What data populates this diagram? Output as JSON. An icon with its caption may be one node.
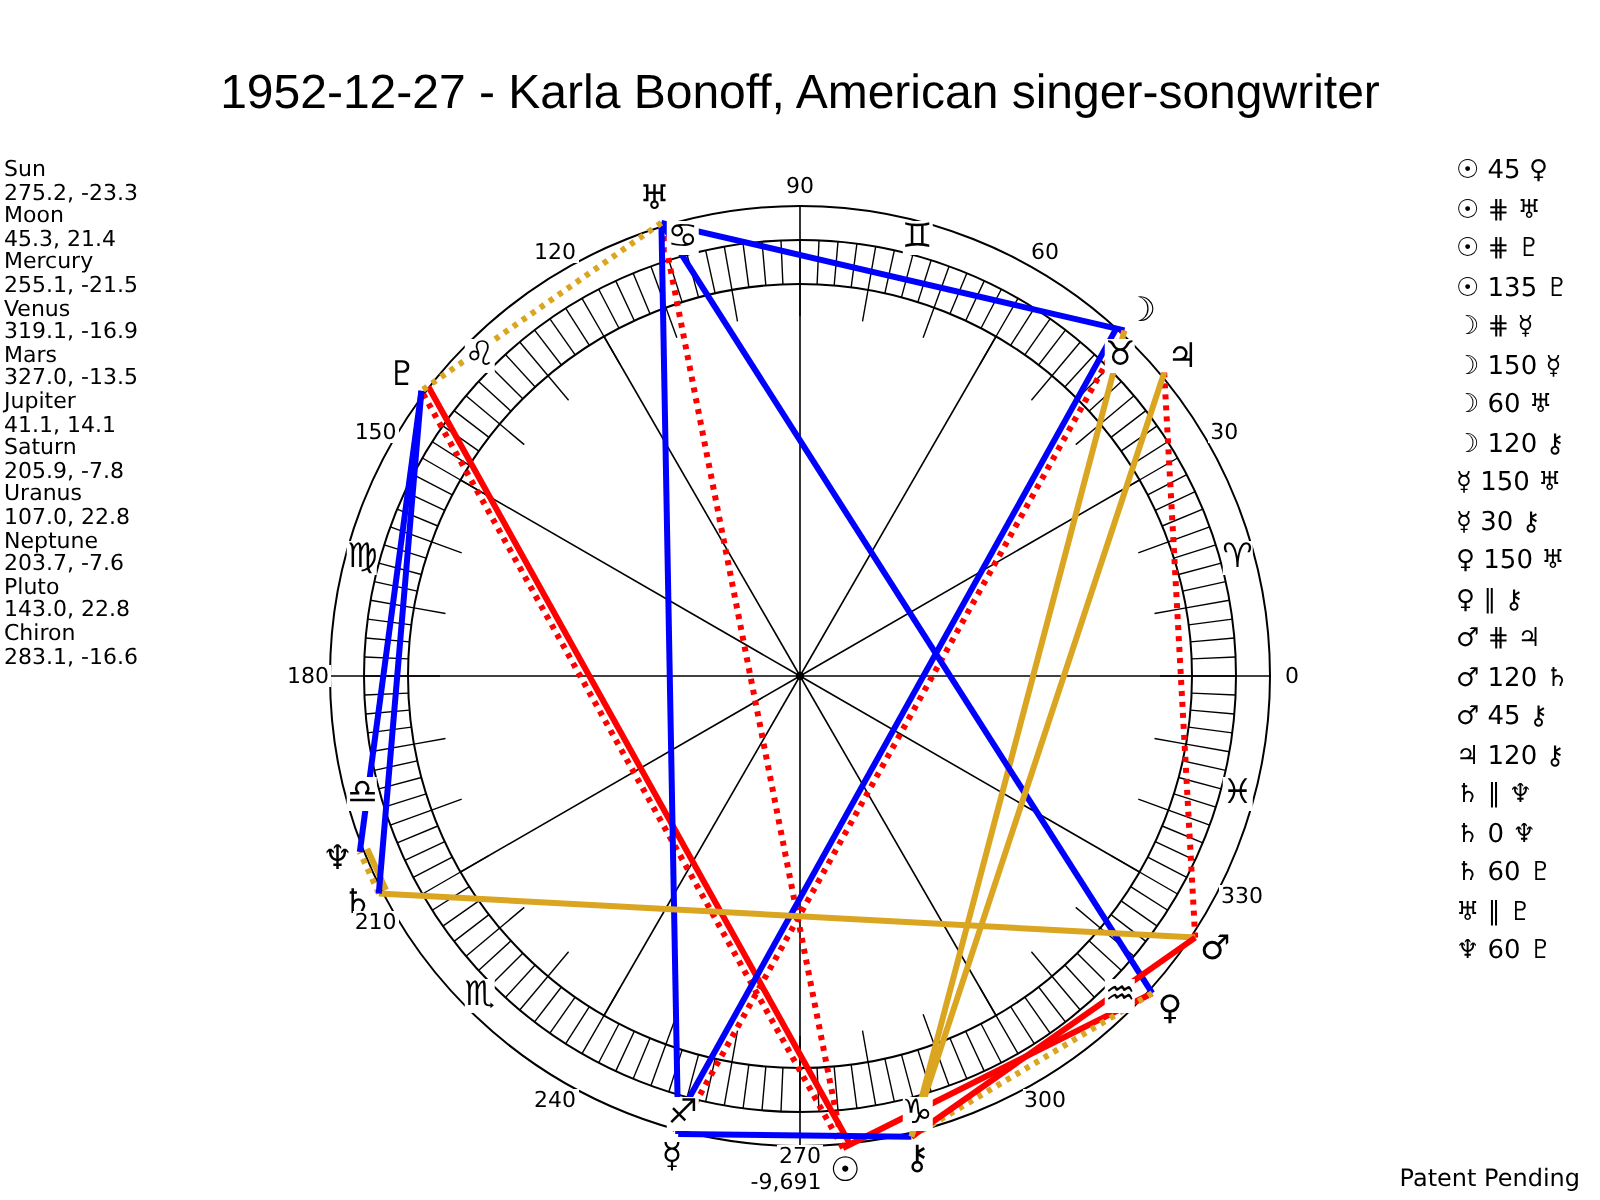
{
  "diagram": {
    "title": "1952-12-27 - Karla Bonoff, American singer-songwriter",
    "nodes": [
      {
        "text": [
          "☉"
        ]
      },
      {
        "text": [
          "☽"
        ]
      },
      {
        "text": [
          "☿"
        ]
      },
      {
        "text": [
          "♀"
        ]
      },
      {
        "text": [
          "♂"
        ]
      },
      {
        "text": [
          "♃"
        ]
      },
      {
        "text": [
          "♄"
        ]
      },
      {
        "text": [
          "♅"
        ]
      },
      {
        "text": [
          "♆"
        ]
      },
      {
        "text": [
          "♇"
        ]
      },
      {
        "text": [
          "⚷"
        ]
      }
    ],
    "edges": [
      {
        "from": 0,
        "to": 3,
        "arrow": "none",
        "color": "#ff0000"
      },
      {
        "from": 0,
        "to": 7,
        "arrow": "none",
        "style": "dashed",
        "color": "#ff0000"
      },
      {
        "from": 0,
        "to": 9,
        "arrow": "none",
        "style": "dashed",
        "color": "#ff0000"
      },
      {
        "from": 0,
        "to": 9,
        "arrow": "none",
        "color": "#ff0000"
      },
      {
        "from": 1,
        "to": 2,
        "arrow": "none",
        "style": "dashed",
        "color": "#ff0000"
      },
      {
        "from": 1,
        "to": 2,
        "arrow": "none",
        "color": "#0000ff"
      },
      {
        "from": 1,
        "to": 7,
        "arrow": "none",
        "color": "#0000ff"
      },
      {
        "from": 1,
        "to": 10,
        "arrow": "none",
        "color": "#daa520"
      },
      {
        "from": 2,
        "to": 7,
        "arrow": "none",
        "color": "#0000ff"
      },
      {
        "from": 2,
        "to": 10,
        "arrow": "none",
        "color": "#0000ff"
      },
      {
        "from": 3,
        "to": 7,
        "arrow": "none",
        "color": "#0000ff"
      },
      {
        "from": 3,
        "to": 10,
        "arrow": "none",
        "style": "dashed",
        "color": "#daa520"
      },
      {
        "from": 4,
        "to": 5,
        "arrow": "none",
        "style": "dashed",
        "color": "#ff0000"
      },
      {
        "from": 4,
        "to": 6,
        "arrow": "none",
        "color": "#daa520"
      },
      {
        "from": 4,
        "to": 10,
        "arrow": "none",
        "color": "#ff0000"
      },
      {
        "from": 5,
        "to": 10,
        "arrow": "none",
        "color": "#daa520"
      },
      {
        "from": 6,
        "to": 8,
        "arrow": "none",
        "style": "dashed",
        "color": "#daa520"
      },
      {
        "from": 6,
        "to": 8,
        "arrow": "none",
        "color": "#daa520"
      },
      {
        "from": 6,
        "to": 9,
        "arrow": "none",
        "color": "#0000ff"
      },
      {
        "from": 7,
        "to": 9,
        "arrow": "none",
        "style": "dashed",
        "color": "#daa520"
      },
      {
        "from": 8,
        "to": 9,
        "arrow": "none",
        "color": "#0000ff"
      }
    ],
    "labels": [
      "Sun",
      "275.2, -23.3",
      "Moon",
      "45.3, 21.4",
      "Mercury",
      "255.1, -21.5",
      "Venus",
      "319.1, -16.9",
      "Mars",
      "327.0, -13.5",
      "Jupiter",
      "41.1, 14.1",
      "Saturn",
      "205.9, -7.8",
      "Uranus",
      "107.0, 22.8",
      "Neptune",
      "203.7, -7.6",
      "Pluto",
      "143.0, 22.8",
      "Chiron",
      "283.1, -16.6",
      "♈",
      "♉",
      "♊",
      "♋",
      "♌",
      "♍",
      "♎",
      "♏",
      "♐",
      "♑",
      "♒",
      "♓",
      "0",
      "30",
      "60",
      "90",
      "120",
      "150",
      "180",
      "210",
      "240",
      "270",
      "300",
      "330",
      "-9,691",
      "☉ 45 ♀",
      "☉ ⋕ ♅",
      "☉ ⋕ ♇",
      "☉ 135 ♇",
      "☽ ⋕ ☿",
      "☽ 150 ☿",
      "☽ 60 ♅",
      "☽ 120 ⚷",
      "☿ 150 ♅",
      "☿ 30 ⚷",
      "♀ 150 ♅",
      "♀ ∥ ⚷",
      "♂ ⋕ ♃",
      "♂ 120 ♄",
      "♂ 45 ⚷",
      "♃ 120 ⚷",
      "♄ ∥ ♆",
      "♄ 0 ♆",
      "♄ 60 ♇",
      "♅ ∥ ♇",
      "♆ 60 ♇",
      "Patent Pending"
    ]
  }
}
